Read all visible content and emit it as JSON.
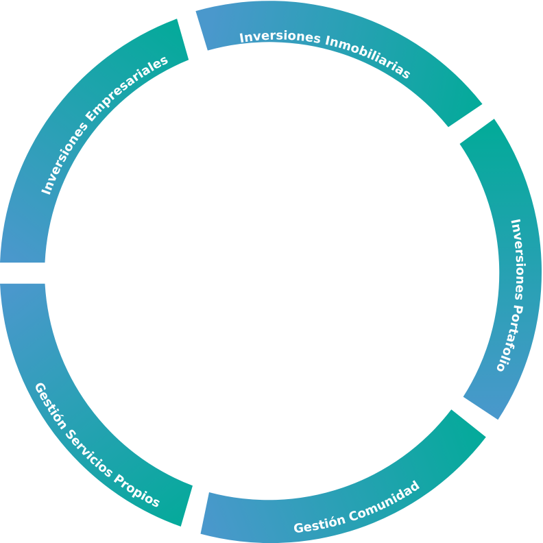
{
  "segments": [
    {
      "label": "Inversiones Inmobiliarias",
      "color_start": "#4a98cc",
      "color_end": "#04aa9a"
    },
    {
      "label": "Inversiones  Portafolio",
      "color_start": "#04aa9a",
      "color_end": "#4a98cc"
    },
    {
      "label": "Gestión Comunidad",
      "color_start": "#4a98cc",
      "color_end": "#04aa9a"
    },
    {
      "label": "Gestión Servicios Propios",
      "color_start": "#4a98cc",
      "color_end": "#04aa9a"
    },
    {
      "label": "Inversiones Empresariales",
      "color_start": "#4a98cc",
      "color_end": "#04aa9a"
    }
  ]
}
